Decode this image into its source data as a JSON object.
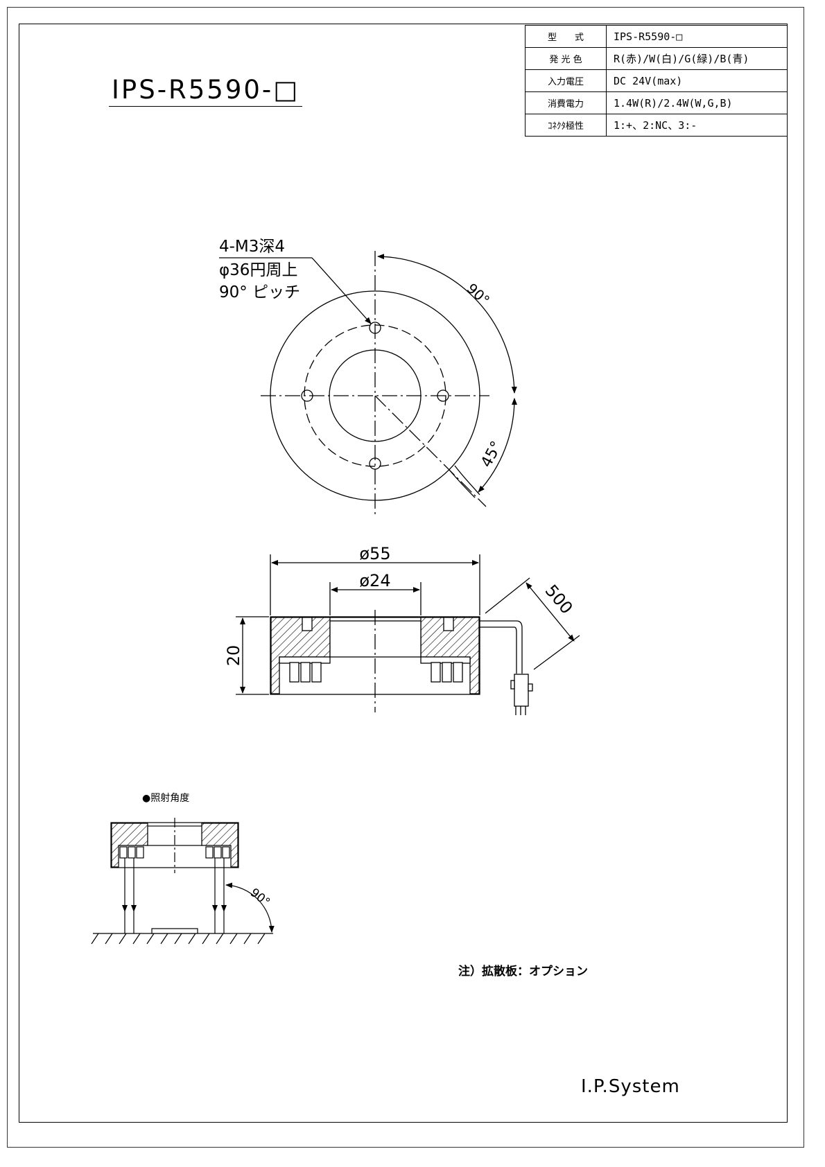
{
  "title": "IPS-R5590-□",
  "spec_table": [
    {
      "key": "型　　式",
      "value": "IPS-R5590-□"
    },
    {
      "key": "発 光 色",
      "value": "R(赤)/W(白)/G(緑)/B(青)"
    },
    {
      "key": "入力電圧",
      "value": "DC 24V(max)"
    },
    {
      "key": "消費電力",
      "value": "1.4W(R)/2.4W(W,G,B)"
    },
    {
      "key": "ｺﾈｸﾀ極性",
      "value": "1:+、2:NC、3:-"
    }
  ],
  "top_view": {
    "hole_note": [
      "4-M3深4",
      "φ36円周上",
      "90° ピッチ"
    ],
    "angle_90": "90°",
    "angle_45": "45°"
  },
  "side_view": {
    "dim_outer": "ø55",
    "dim_inner": "ø24",
    "dim_height": "20",
    "dim_cable": "500"
  },
  "angle_view": {
    "title": "●照射角度",
    "angle": "90°"
  },
  "note": "注）拡散板：オプション",
  "company": "I.P.System"
}
